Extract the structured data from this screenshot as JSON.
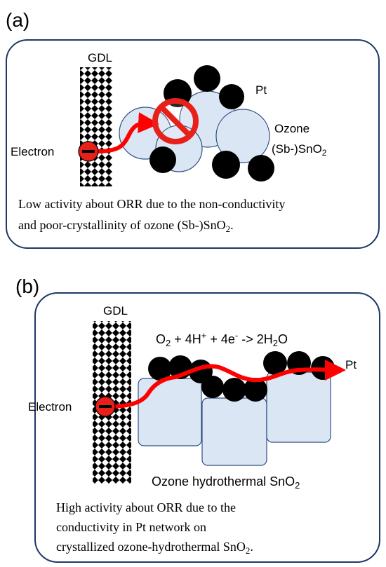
{
  "panel_a": {
    "label": "(a)",
    "gdl": "GDL",
    "pt": "Pt",
    "ozone": "Ozone",
    "sno2_prefix": "(Sb-)SnO",
    "sno2_sub": "2",
    "electron": "Electron",
    "caption_line1": "Low activity about ORR due to the non-conductivity",
    "caption_line2_a": "and poor-crystallinity of ozone (Sb-)SnO",
    "caption_line2_sub": "2",
    "caption_line2_b": "."
  },
  "panel_b": {
    "label": "(b)",
    "gdl": "GDL",
    "pt": "Pt",
    "reaction": {
      "o": "O",
      "o_sub": "2",
      "h": " + 4H",
      "h_sup": "+",
      "e": " + 4e",
      "e_sup": "-",
      "arrow": " -> 2H",
      "h2o_sub": "2",
      "end": "O"
    },
    "electron": "Electron",
    "support_a": "Ozone hydrothermal SnO",
    "support_sub": "2",
    "caption_line1": "High activity about ORR due to the",
    "caption_line2": "conductivity in Pt network on",
    "caption_line3_a": "crystallized ozone-hydrothermal SnO",
    "caption_line3_sub": "2",
    "caption_line3_b": "."
  },
  "colors": {
    "frame": "#1f3864",
    "sno2_fill": "#dbe6f4",
    "sno2_stroke": "#2f4f7f",
    "pt_fill": "#000000",
    "arrow": "#ff0000",
    "electron_fill": "#e8201a",
    "gdl_diamond": "#000000"
  }
}
